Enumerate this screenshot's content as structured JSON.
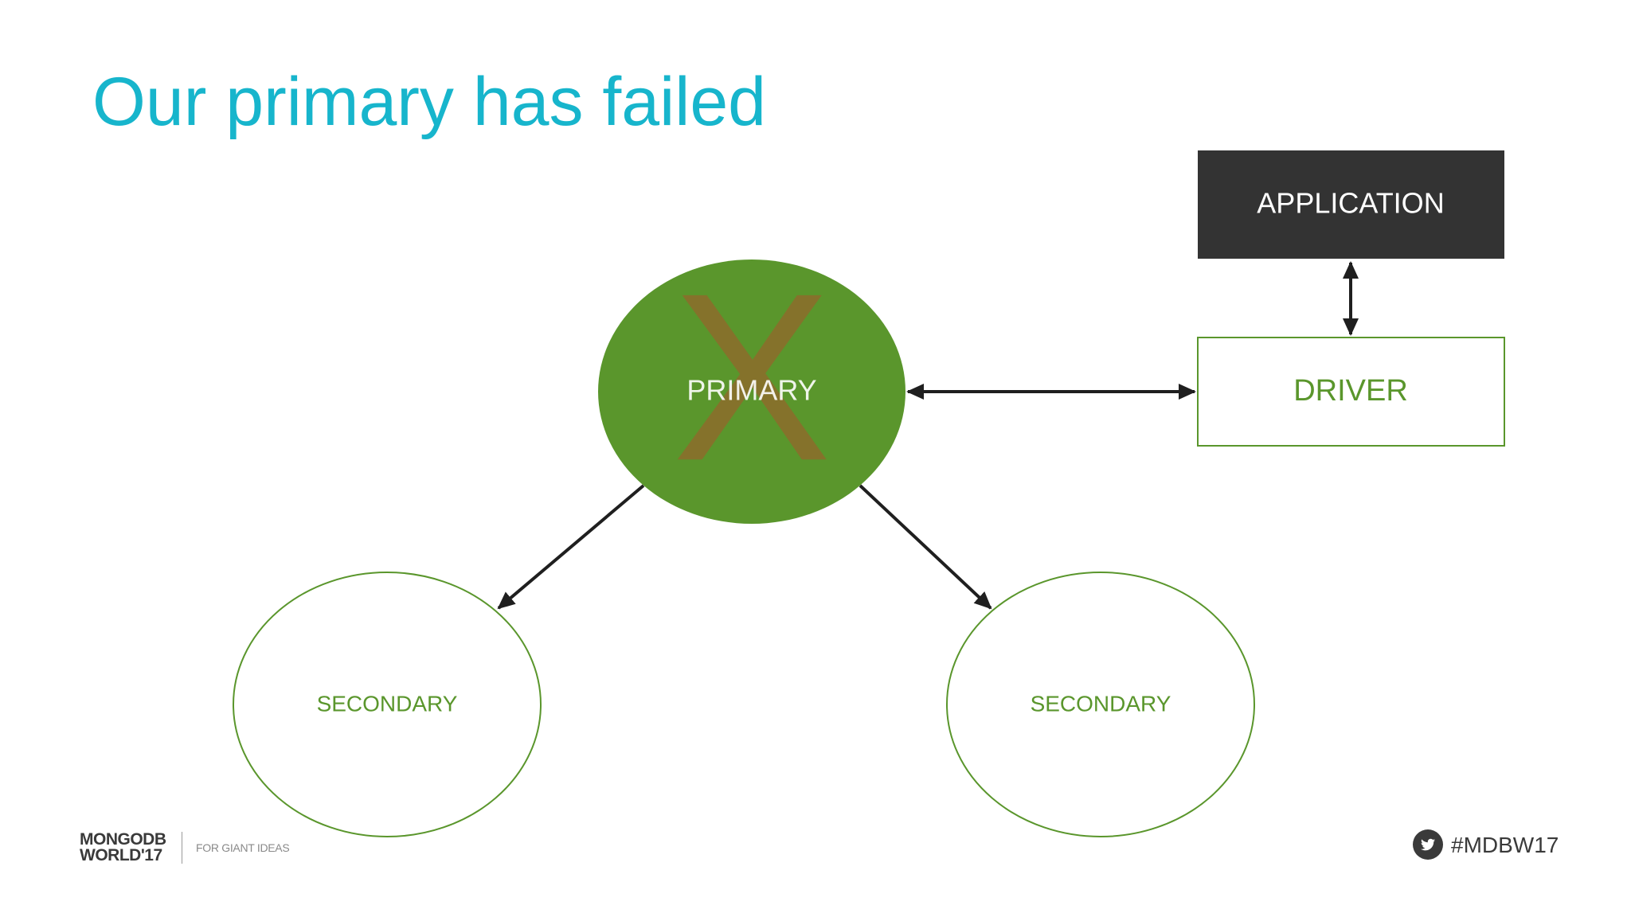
{
  "slide": {
    "title": "Our primary has failed"
  },
  "diagram": {
    "nodes": {
      "application": {
        "label": "APPLICATION"
      },
      "driver": {
        "label": "DRIVER"
      },
      "primary": {
        "label": "PRIMARY",
        "status": "failed",
        "failure_mark": "X"
      },
      "secondary_left": {
        "label": "SECONDARY"
      },
      "secondary_right": {
        "label": "SECONDARY"
      }
    },
    "edges": [
      {
        "from": "application",
        "to": "driver",
        "direction": "both"
      },
      {
        "from": "primary",
        "to": "driver",
        "direction": "both"
      },
      {
        "from": "primary",
        "to": "secondary_left",
        "direction": "forward"
      },
      {
        "from": "primary",
        "to": "secondary_right",
        "direction": "forward"
      }
    ],
    "colors": {
      "title": "#17b5cc",
      "primary_fill": "#5a962c",
      "node_green": "#5a962c",
      "application_fill": "#333333",
      "failure_mark": "#8b6d2b",
      "arrow": "#1f1f1f"
    }
  },
  "footer": {
    "logo_line1": "MONGODB",
    "logo_line2": "WORLD'17",
    "tagline": "FOR GIANT IDEAS",
    "hashtag": "#MDBW17",
    "hashtag_icon": "twitter-icon"
  }
}
